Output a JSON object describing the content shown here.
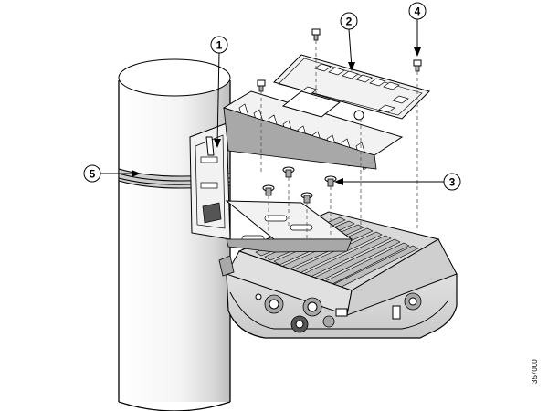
{
  "callouts": [
    {
      "label": "1"
    },
    {
      "label": "2"
    },
    {
      "label": "3"
    },
    {
      "label": "4"
    },
    {
      "label": "5"
    }
  ],
  "reference_code": "357000"
}
